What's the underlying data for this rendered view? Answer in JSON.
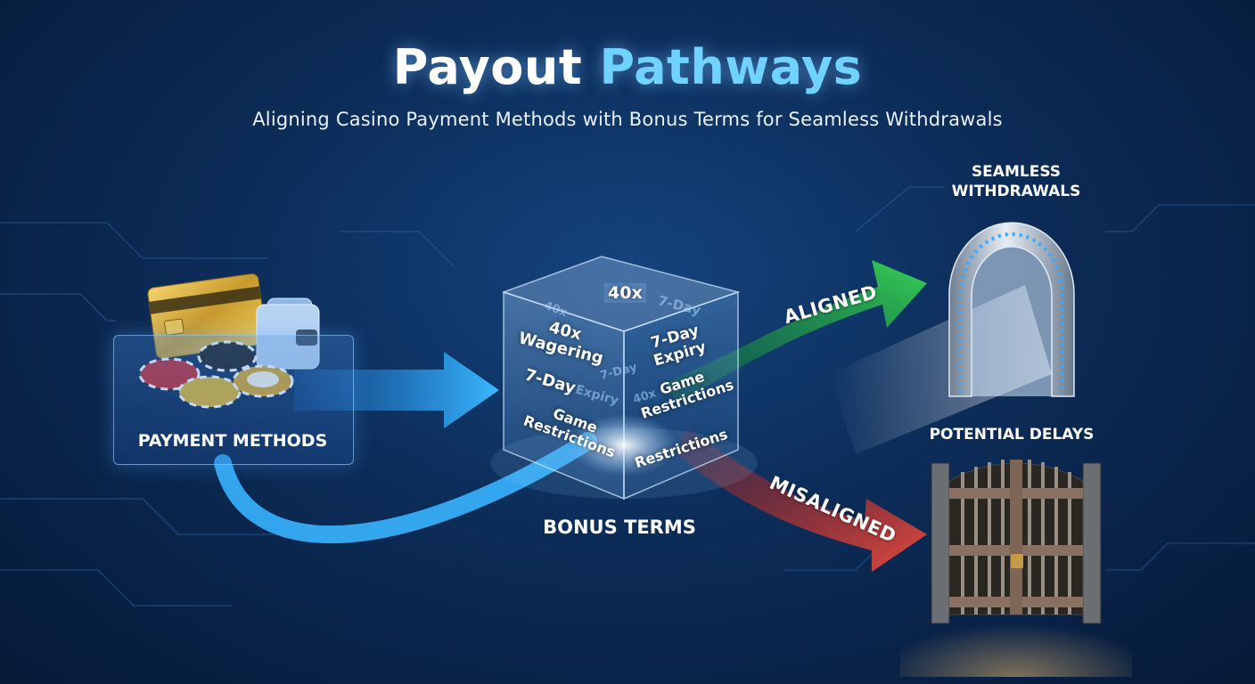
{
  "title": {
    "word1": "Payout",
    "word2": "Pathways"
  },
  "subtitle": "Aligning Casino Payment Methods with Bonus Terms for Seamless Withdrawals",
  "nodes": {
    "payment_methods": "PAYMENT METHODS",
    "bonus_terms": "BONUS TERMS",
    "seamless_withdrawals": {
      "line1": "SEAMLESS",
      "line2": "WITHDRAWALS"
    },
    "potential_delays": "POTENTIAL DELAYS"
  },
  "arrows": {
    "aligned": "ALIGNED",
    "misaligned": "MISALIGNED"
  },
  "cube_terms": {
    "top": "40x",
    "left_wagering": {
      "line1": "40x",
      "line2": "Wagering"
    },
    "left_expiry": "7-Day",
    "left_expiry_ghost": "Expiry",
    "left_game": {
      "line1": "Game",
      "line2": "Restrictions"
    },
    "right_expiry": {
      "line1": "7-Day",
      "line2": "Expiry"
    },
    "right_game": {
      "line1": "Game",
      "line2": "Restrictions"
    },
    "right_restrictions": "Restrictions",
    "ghost_top_right": "7-Day",
    "ghost_left_top": "40x",
    "ghost_mid": "7-Day",
    "ghost_right_mid": "40x"
  },
  "colors": {
    "accent": "#6fd2ff",
    "aligned": "#2fc24a",
    "misaligned": "#d93a35",
    "flow_blue": "#37b4ff"
  }
}
